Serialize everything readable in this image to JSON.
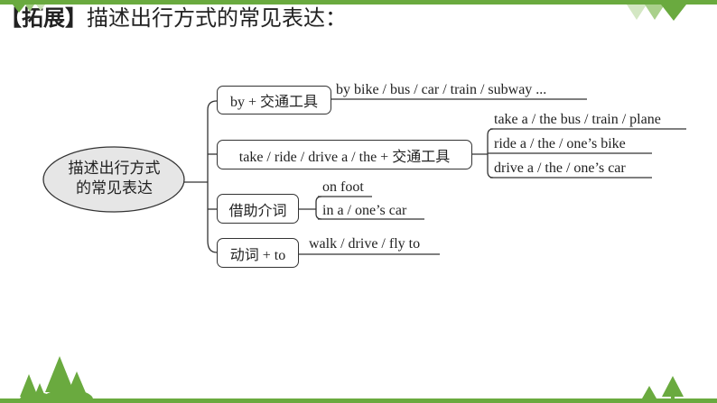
{
  "title": {
    "bracket": "【拓展】",
    "text": "描述出行方式的常见表达："
  },
  "center": {
    "line1": "描述出行方式",
    "line2": "的常见表达"
  },
  "branches": [
    {
      "label": "by + 交通工具",
      "items": [
        "by bike / bus / car / train / subway ..."
      ]
    },
    {
      "label": "take / ride / drive a / the + 交通工具",
      "items": [
        "take a / the bus / train / plane",
        "ride a / the / one’s bike",
        "drive a / the / one’s car"
      ]
    },
    {
      "label": "借助介词",
      "items": [
        "on foot",
        "in a / one’s car"
      ]
    },
    {
      "label": "动词 + to",
      "items": [
        "walk / drive / fly to"
      ]
    }
  ],
  "colors": {
    "accent": "#6aaa3f"
  }
}
